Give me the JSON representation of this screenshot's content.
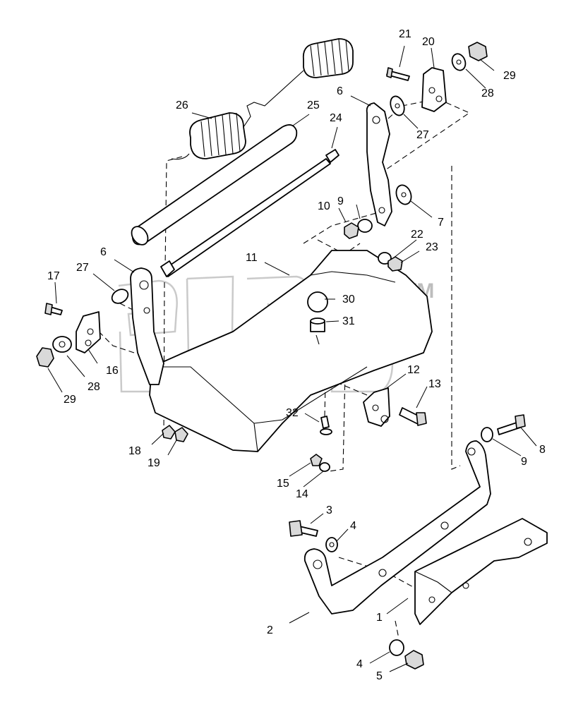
{
  "diagram": {
    "watermark": "TM",
    "callouts": [
      "1",
      "2",
      "3",
      "4",
      "5",
      "6",
      "7",
      "8",
      "9",
      "10",
      "11",
      "12",
      "13",
      "14",
      "15",
      "16",
      "17",
      "18",
      "19",
      "20",
      "21",
      "22",
      "23",
      "24",
      "25",
      "26",
      "27",
      "28",
      "29",
      "30",
      "31",
      "32"
    ],
    "callout_4b": "4",
    "callout_6b": "6",
    "callout_9b": "9",
    "callout_27b": "27",
    "callout_28b": "28",
    "callout_29b": "29"
  }
}
